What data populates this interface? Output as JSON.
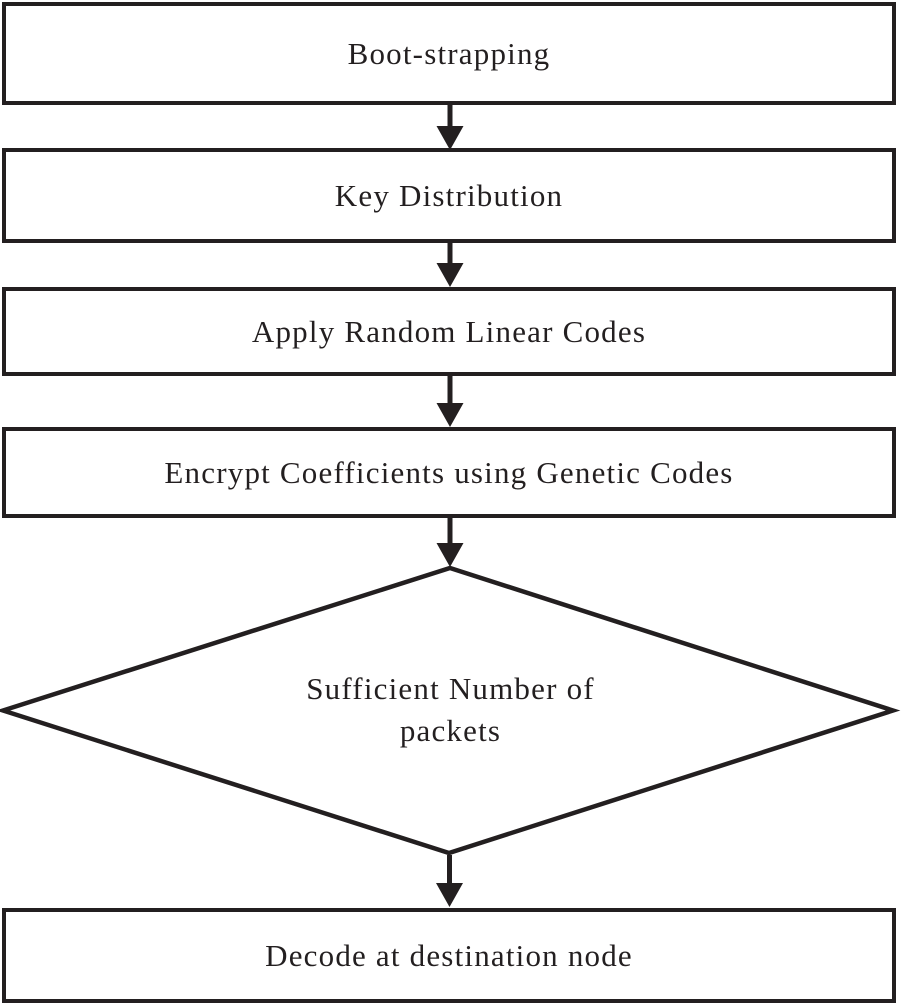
{
  "flowchart": {
    "nodes": {
      "boot_strapping": {
        "label": "Boot-strapping"
      },
      "key_distribution": {
        "label": "Key Distribution"
      },
      "apply_random_linear_codes": {
        "label": "Apply Random Linear Codes"
      },
      "encrypt_coefficients": {
        "label": "Encrypt Coefficients using Genetic Codes"
      },
      "sufficient_packets": {
        "label_line1": "Sufficient Number of",
        "label_line2": "packets"
      },
      "decode_destination": {
        "label": "Decode at destination node"
      }
    },
    "colors": {
      "line": "#231f20",
      "background": "#ffffff"
    }
  }
}
